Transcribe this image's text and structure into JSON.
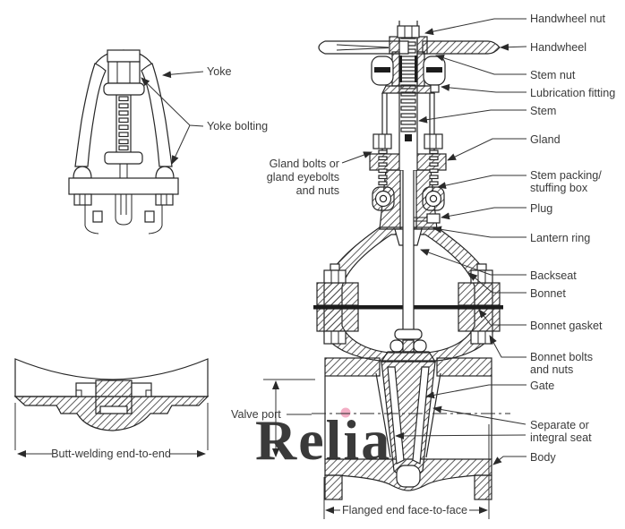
{
  "watermark": {
    "text": "Relia",
    "color": "#f2e7d3",
    "dot_color": "#f3aec5"
  },
  "labels": {
    "right": [
      {
        "text": "Handwheel nut"
      },
      {
        "text": "Handwheel"
      },
      {
        "text": "Stem nut"
      },
      {
        "text": "Lubrication fitting"
      },
      {
        "text": "Stem"
      },
      {
        "text": "Gland"
      },
      {
        "lines": [
          "Stem packing/",
          "stuffing box"
        ]
      },
      {
        "text": "Plug"
      },
      {
        "text": "Lantern ring"
      },
      {
        "text": "Backseat"
      },
      {
        "text": "Bonnet"
      },
      {
        "text": "Bonnet gasket"
      },
      {
        "lines": [
          "Bonnet bolts",
          "and nuts"
        ]
      },
      {
        "text": "Gate"
      },
      {
        "lines": [
          "Separate or",
          "integral seat"
        ]
      },
      {
        "text": "Body"
      }
    ],
    "left": {
      "yoke": "Yoke",
      "yoke_bolting": "Yoke bolting",
      "gland_bolts_lines": [
        "Gland bolts or",
        "gland eyebolts",
        "and nuts"
      ],
      "valve_port": "Valve port"
    },
    "dimensions": {
      "butt_welding": "Butt-welding end-to-end",
      "flanged_end": "Flanged end face-to-face"
    }
  }
}
